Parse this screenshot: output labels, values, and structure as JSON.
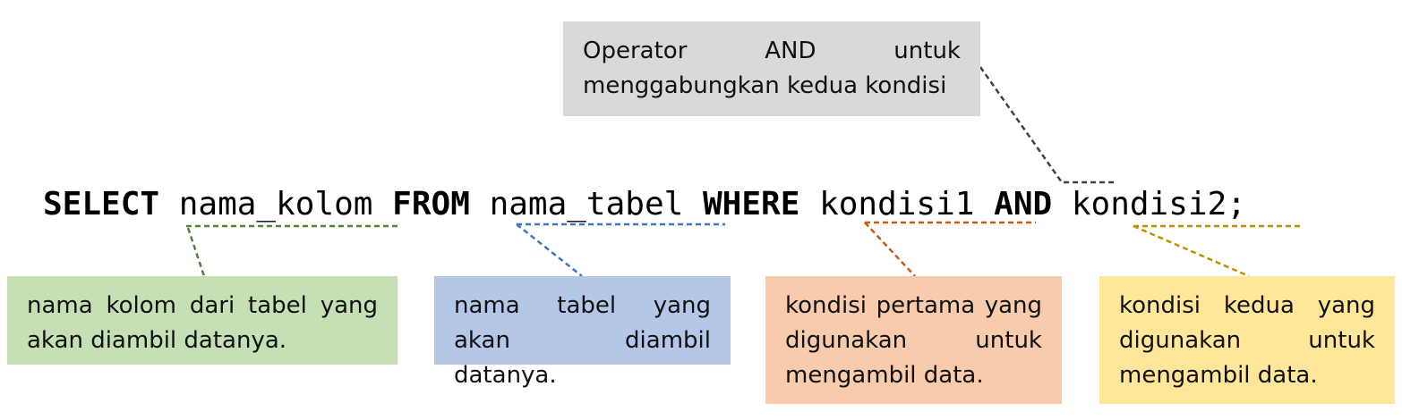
{
  "sql": {
    "select": "SELECT",
    "column": "nama_kolom",
    "from": "FROM",
    "table": "nama_tabel",
    "where": "WHERE",
    "cond1": "kondisi1",
    "and": "AND",
    "cond2": "kondisi2;"
  },
  "callouts": {
    "and_operator": "Operator AND untuk menggabungkan kedua kondisi",
    "column": "nama kolom dari tabel yang akan diambil datanya.",
    "table": "nama tabel yang akan diambil datanya.",
    "cond1": "kondisi pertama yang digunakan untuk mengambil data.",
    "cond2": "kondisi kedua yang digunakan untuk mengambil data."
  },
  "colors": {
    "and_box": "#d9d9d9",
    "column_box": "#c5e0b4",
    "table_box": "#b4c7e7",
    "cond1_box": "#f8cbad",
    "cond2_box": "#ffe699",
    "and_line": "#404040",
    "column_line": "#548235",
    "table_line": "#4472c4",
    "cond1_line": "#c55a11",
    "cond2_line": "#bf9000"
  }
}
